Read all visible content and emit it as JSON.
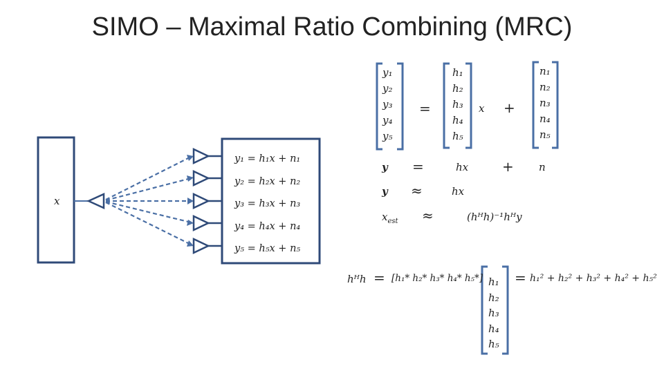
{
  "title": "SIMO – Maximal Ratio Combining (MRC)",
  "colors": {
    "accent": "#4a6fa5",
    "box": "#2f4a78",
    "text": "#222222"
  },
  "diagram": {
    "tx_label": "x",
    "rx_equations": [
      "y₁ = h₁x + n₁",
      "y₂ = h₂x + n₂",
      "y₃ = h₃x + n₃",
      "y₄ = h₄x + n₄",
      "y₅ = h₅x + n₅"
    ]
  },
  "matrix_eq": {
    "y_vec": [
      "y₁",
      "y₂",
      "y₃",
      "y₄",
      "y₅"
    ],
    "eq": "=",
    "h_vec": [
      "h₁",
      "h₂",
      "h₃",
      "h₄",
      "h₅"
    ],
    "x": "x",
    "plus": "+",
    "n_vec": [
      "n₁",
      "n₂",
      "n₃",
      "n₄",
      "n₅"
    ]
  },
  "vector_eqs": {
    "row1": {
      "lhs": "y",
      "op": "=",
      "rhs": "hx",
      "plus": "+",
      "n": "n"
    },
    "row2": {
      "lhs": "y",
      "op": "≈",
      "rhs": "hx"
    },
    "row3": {
      "lhs": "x",
      "lhs_sub": "est",
      "op": "≈",
      "rhs": "(hᴴh)⁻¹hᴴy"
    }
  },
  "hh_eq": {
    "lhs": "hᴴh",
    "eq1": "=",
    "row_vec": "[h₁* h₂* h₃* h₄* h₅*]",
    "col_vec": [
      "h₁",
      "h₂",
      "h₃",
      "h₄",
      "h₅"
    ],
    "eq2": "=",
    "result": "h₁² + h₂² + h₃² + h₄² + h₅²"
  }
}
